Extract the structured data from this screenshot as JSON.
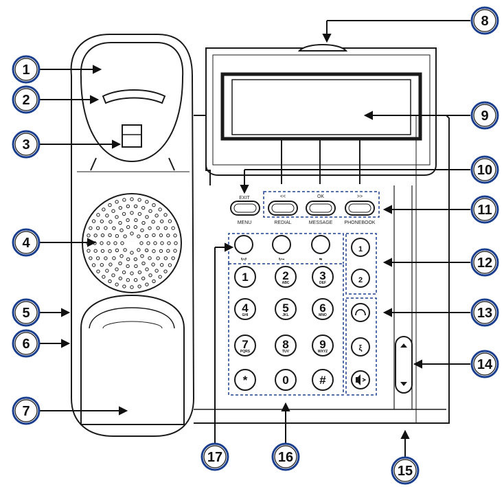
{
  "callouts": [
    "1",
    "2",
    "3",
    "4",
    "5",
    "6",
    "7",
    "8",
    "9",
    "10",
    "11",
    "12",
    "13",
    "14",
    "15",
    "16",
    "17"
  ],
  "softkeys": {
    "exit_label": "EXIT",
    "menu_label": "MENU",
    "prev_label": "<<",
    "ok_label": "OK",
    "next_label": ">>",
    "redial_label": "REDIAL",
    "message_label": "MESSAGE",
    "phonebook_label": "PHONEBOOK"
  },
  "keypad": [
    {
      "digit": "1",
      "letters": ""
    },
    {
      "digit": "2",
      "letters": "ABC"
    },
    {
      "digit": "3",
      "letters": "DEF"
    },
    {
      "digit": "4",
      "letters": "GHI"
    },
    {
      "digit": "5",
      "letters": "JKL"
    },
    {
      "digit": "6",
      "letters": "MNO"
    },
    {
      "digit": "7",
      "letters": "PQRS"
    },
    {
      "digit": "8",
      "letters": "TUV"
    },
    {
      "digit": "9",
      "letters": "WXYZ"
    },
    {
      "digit": "*",
      "letters": ""
    },
    {
      "digit": "0",
      "letters": ""
    },
    {
      "digit": "#",
      "letters": ""
    }
  ],
  "line_keys": [
    "1",
    "2"
  ],
  "colors": {
    "callout_border": "#1b3f8f",
    "callout_fill": "#ffffff",
    "outline": "#1a1a1a",
    "dashed": "#1b3f8f"
  }
}
